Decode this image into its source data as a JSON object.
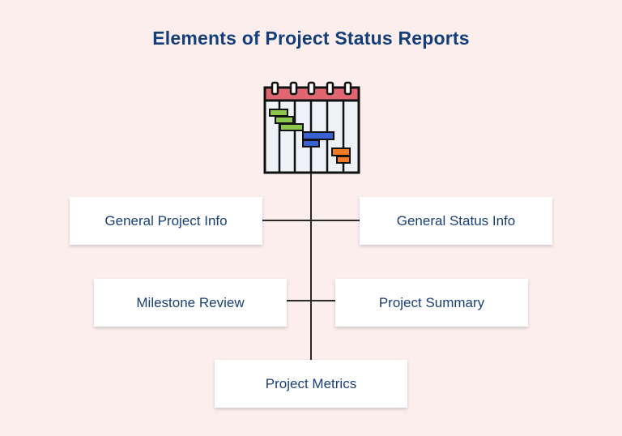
{
  "title": "Elements of Project Status Reports",
  "colors": {
    "title": "#123e7a",
    "background": "#fdeeee",
    "calendar_header": "#e06672",
    "task_green": "#8dc64b",
    "task_blue": "#3b62d1",
    "task_orange": "#ef7a22"
  },
  "icon": "gantt-calendar-icon",
  "nodes": {
    "general_project_info": "General Project Info",
    "general_status_info": "General Status Info",
    "milestone_review": "Milestone Review",
    "project_summary": "Project Summary",
    "project_metrics": "Project Metrics"
  }
}
